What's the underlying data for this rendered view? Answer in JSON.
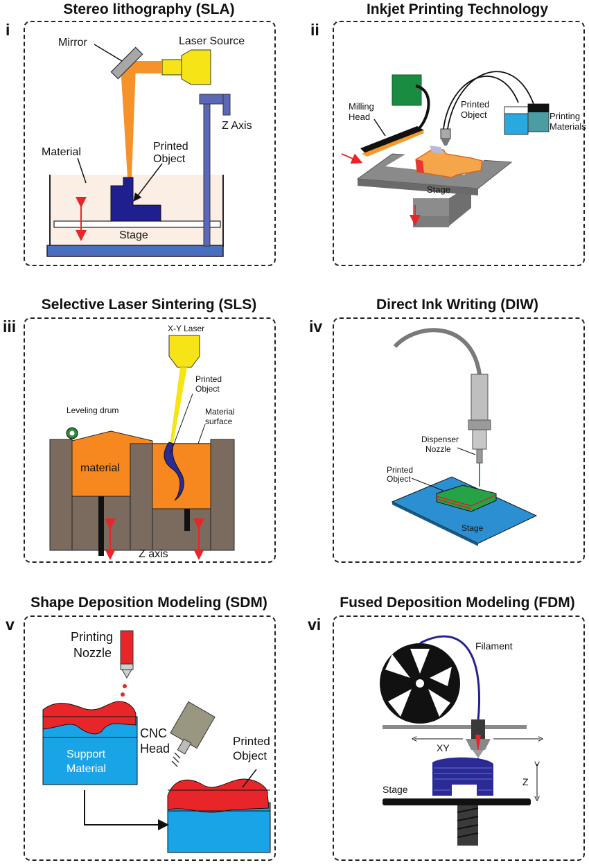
{
  "colors": {
    "laser_orange": "#f5922a",
    "laser_yellow": "#f6e416",
    "navy_object": "#1f1f8f",
    "stage_blue": "#4a6fbf",
    "material_peach": "#fbeee4",
    "sls_brown": "#7b6a5e",
    "sls_orange": "#f7881f",
    "red": "#e8262a",
    "support_blue": "#1aa4e8",
    "green_head": "#1a8c42",
    "filament_navy": "#24238f"
  },
  "panels": [
    {
      "numeral": "i",
      "title": "Stereo lithography (SLA)",
      "labels": {
        "mirror": "Mirror",
        "laser_source": "Laser Source",
        "z_axis": "Z Axis",
        "material": "Material",
        "printed_object_1": "Printed",
        "printed_object_2": "Object",
        "stage": "Stage"
      }
    },
    {
      "numeral": "ii",
      "title": "Inkjet Printing Technology",
      "labels": {
        "milling_head_1": "Milling",
        "milling_head_2": "Head",
        "printed_object_1": "Printed",
        "printed_object_2": "Object",
        "printing_materials_1": "Printing",
        "printing_materials_2": "Materials",
        "stage": "Stage"
      }
    },
    {
      "numeral": "iii",
      "title": "Selective Laser Sintering (SLS)",
      "labels": {
        "xy_laser": "X-Y Laser",
        "printed_object_1": "Printed",
        "printed_object_2": "Object",
        "leveling_drum": "Leveling drum",
        "material_surface_1": "Material",
        "material_surface_2": "surface",
        "material": "material",
        "z_axis": "Z axis"
      }
    },
    {
      "numeral": "iv",
      "title": "Direct Ink Writing (DIW)",
      "labels": {
        "dispenser_nozzle_1": "Dispenser",
        "dispenser_nozzle_2": "Nozzle",
        "printed_object_1": "Printed",
        "printed_object_2": "Object",
        "stage": "Stage"
      }
    },
    {
      "numeral": "v",
      "title": "Shape Deposition Modeling (SDM)",
      "labels": {
        "printing_nozzle_1": "Printing",
        "printing_nozzle_2": "Nozzle",
        "cnc_head_1": "CNC",
        "cnc_head_2": "Head",
        "support_material_1": "Support",
        "support_material_2": "Material",
        "printed_object_1": "Printed",
        "printed_object_2": "Object"
      }
    },
    {
      "numeral": "vi",
      "title": "Fused Deposition Modeling (FDM)",
      "labels": {
        "filament": "Filament",
        "xy": "XY",
        "z": "Z",
        "stage": "Stage"
      }
    }
  ]
}
